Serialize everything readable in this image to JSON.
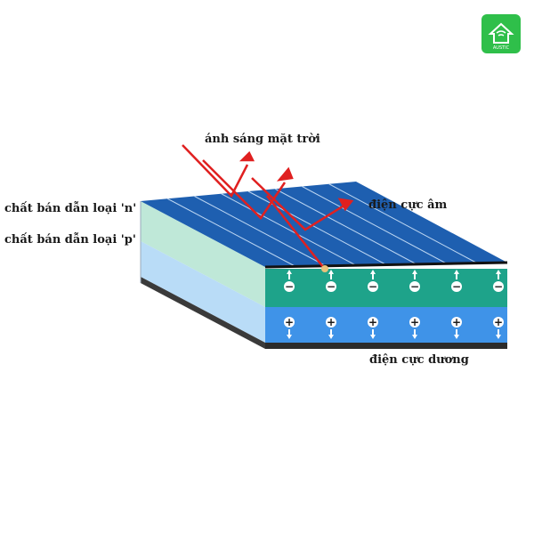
{
  "labels": {
    "sunlight": "ánh sáng mặt trời",
    "n_type": "chất bán dẫn loại 'n'",
    "p_type": "chất bán dẫn loại 'p'",
    "negative_electrode": "điện cực âm",
    "positive_electrode": "điện cực dương"
  },
  "logo": {
    "text": "AUSTIC",
    "icon": "house-wifi-icon"
  },
  "charges": {
    "n_layer_sign": "−",
    "p_layer_sign": "+",
    "count": 6
  },
  "colors": {
    "panel_blue": "#1e5fb0",
    "n_layer": "#1ea38a",
    "p_layer": "#3f93e8",
    "side_n": "#bfe8d8",
    "side_p": "#b9dcf7",
    "arrow_red": "#e02020",
    "logo_green": "#2fbf4a"
  }
}
